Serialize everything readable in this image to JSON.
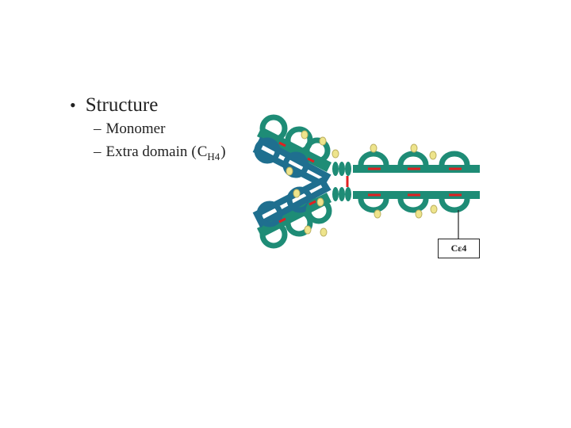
{
  "slide": {
    "heading": "Structure",
    "bullets": [
      {
        "text": "Monomer"
      },
      {
        "text": "Extra domain",
        "paren_open": "(",
        "paren_text": "C",
        "subscript": "H4",
        "paren_close": ")"
      }
    ],
    "bullet_dot": "•",
    "dash": "–"
  },
  "diagram": {
    "domain_label": "Cε4",
    "colors": {
      "heavy": "#1e8c76",
      "light": "#1f6f8f",
      "disulfide": "#e02020",
      "carbohydrate": "#eee48c"
    }
  }
}
